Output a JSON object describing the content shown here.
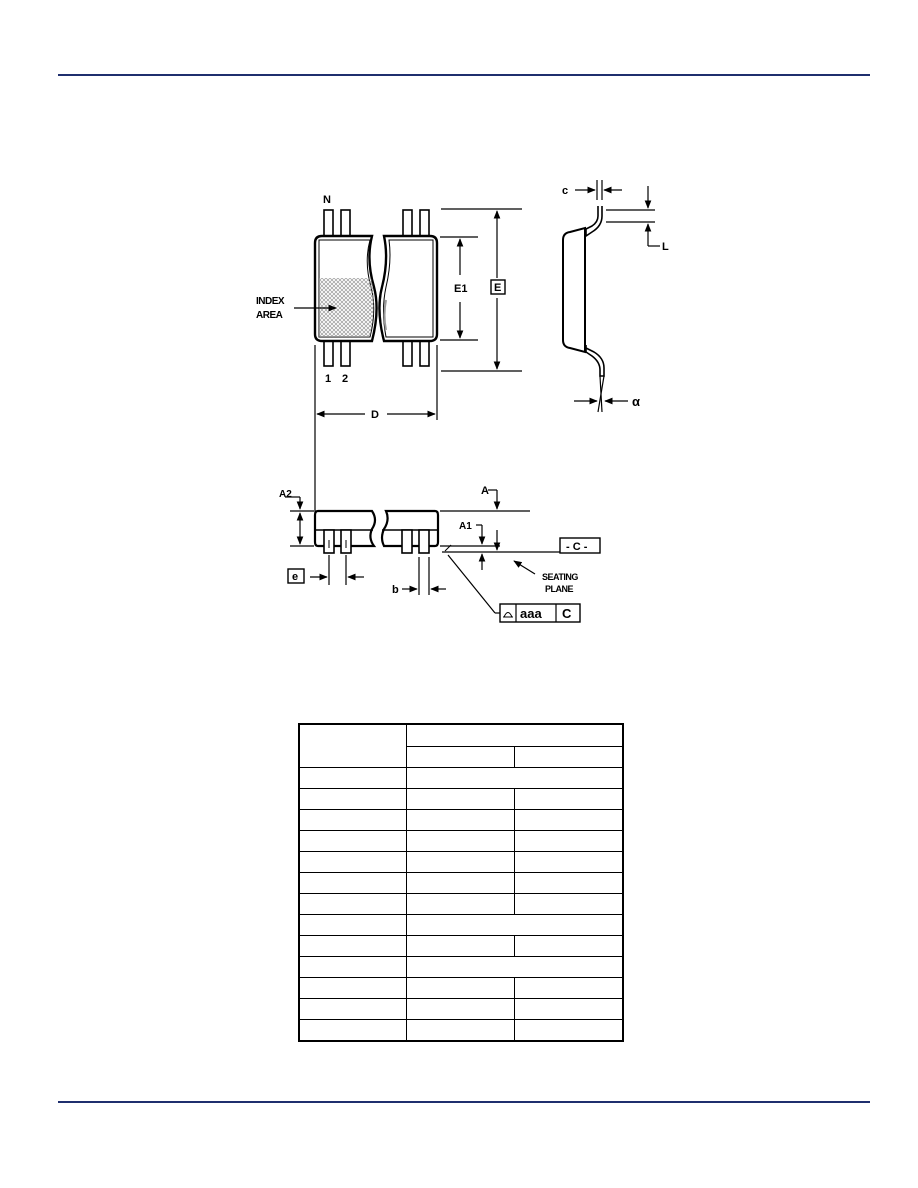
{
  "colors": {
    "rule": "#1f2f6e",
    "ink": "#000000",
    "hatch": "#9a9a9a"
  },
  "drawing": {
    "top_view": {
      "pin_n": "N",
      "pin_1": "1",
      "pin_2": "2",
      "index_area_line1": "INDEX",
      "index_area_line2": "AREA",
      "dim_e1": "E1",
      "dim_e": "E",
      "dim_d": "D"
    },
    "side_view": {
      "dim_c": "c",
      "dim_l": "L",
      "dim_alpha": "α"
    },
    "front_view": {
      "dim_a": "A",
      "dim_a1": "A1",
      "dim_a2": "A2",
      "dim_e_pitch": "e",
      "dim_b": "b",
      "datum_c": "- C -",
      "seating_plane_line1": "SEATING",
      "seating_plane_line2": "PLANE",
      "fcf_tolerance": "aaa",
      "fcf_datum": "C"
    }
  },
  "table": {
    "rows": [
      {
        "type": "span",
        "c1": "",
        "c2": ""
      },
      {
        "type": "split",
        "c1": "",
        "c2": "",
        "c3": ""
      },
      {
        "type": "split",
        "c1": "",
        "c2": "",
        "c3": ""
      },
      {
        "type": "split",
        "c1": "",
        "c2": "",
        "c3": ""
      },
      {
        "type": "split",
        "c1": "",
        "c2": "",
        "c3": ""
      },
      {
        "type": "split",
        "c1": "",
        "c2": "",
        "c3": ""
      },
      {
        "type": "split",
        "c1": "",
        "c2": "",
        "c3": ""
      },
      {
        "type": "span",
        "c1": "",
        "c2": ""
      },
      {
        "type": "split",
        "c1": "",
        "c2": "",
        "c3": ""
      },
      {
        "type": "span",
        "c1": "",
        "c2": ""
      },
      {
        "type": "split",
        "c1": "",
        "c2": "",
        "c3": ""
      },
      {
        "type": "split",
        "c1": "",
        "c2": "",
        "c3": ""
      },
      {
        "type": "split",
        "c1": "",
        "c2": "",
        "c3": ""
      }
    ]
  }
}
